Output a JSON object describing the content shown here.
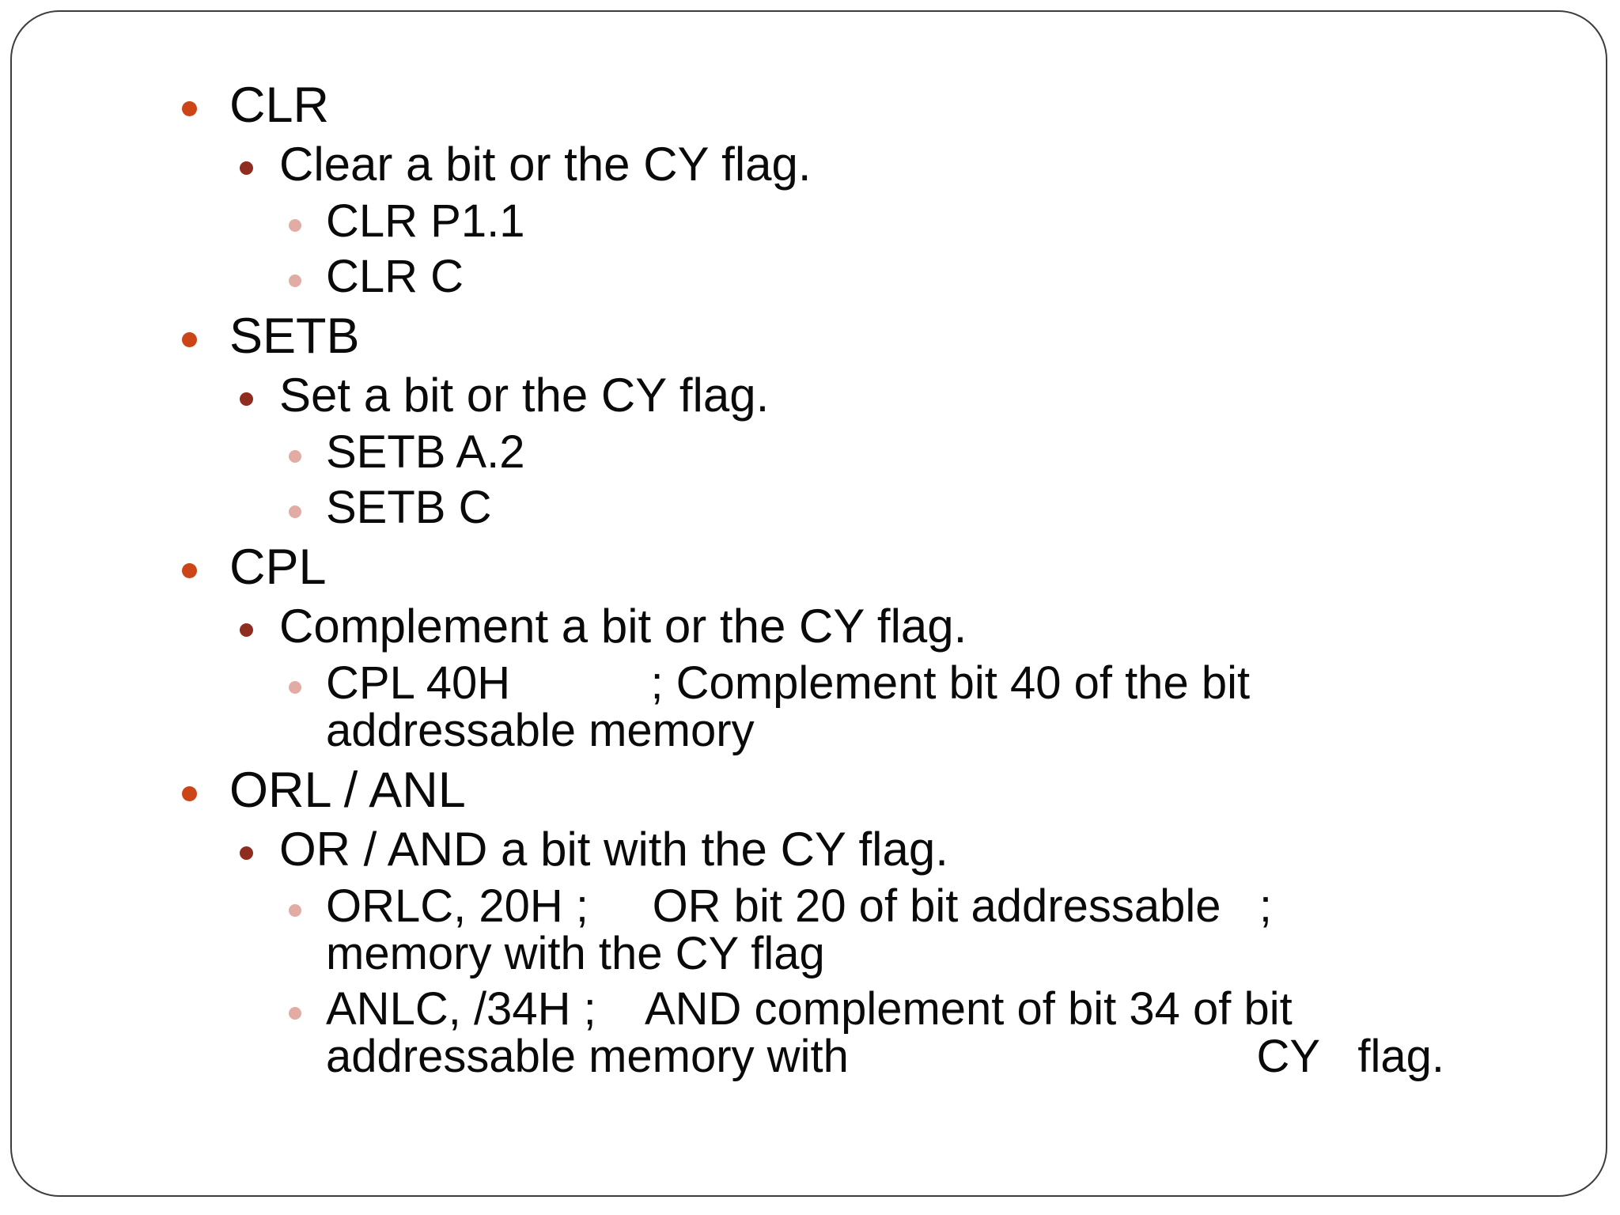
{
  "slide": {
    "background": "#ffffff",
    "border_color": "#3d3d3d",
    "bullet_colors": {
      "level1": "#cc4517",
      "level2": "#8e2d20",
      "level3": "#e2aca4"
    },
    "items": [
      {
        "level": 1,
        "lines": [
          "CLR"
        ]
      },
      {
        "level": 2,
        "lines": [
          "Clear a bit or the CY flag."
        ]
      },
      {
        "level": 3,
        "lines": [
          "CLR P1.1"
        ]
      },
      {
        "level": 3,
        "lines": [
          "CLR C"
        ]
      },
      {
        "level": 1,
        "lines": [
          "SETB"
        ]
      },
      {
        "level": 2,
        "lines": [
          "Set a bit or the CY flag."
        ]
      },
      {
        "level": 3,
        "lines": [
          "SETB A.2"
        ]
      },
      {
        "level": 3,
        "lines": [
          "SETB C"
        ]
      },
      {
        "level": 1,
        "lines": [
          "CPL"
        ]
      },
      {
        "level": 2,
        "lines": [
          "Complement a bit or the CY flag."
        ]
      },
      {
        "level": 3,
        "lines": [
          "CPL 40H           ; Complement bit 40 of the bit",
          "addressable memory"
        ]
      },
      {
        "level": 1,
        "lines": [
          "ORL / ANL"
        ]
      },
      {
        "level": 2,
        "lines": [
          "OR / AND a bit with the CY flag."
        ]
      },
      {
        "level": 3,
        "lines": [
          "ORLC, 20H ;     OR bit 20 of bit addressable   ;",
          "memory with the CY flag"
        ]
      },
      {
        "level": 3,
        "lines": [
          "ANLC, /34H ;    AND complement of bit 34 of bit",
          "addressable memory with                                CY   flag."
        ]
      }
    ]
  }
}
